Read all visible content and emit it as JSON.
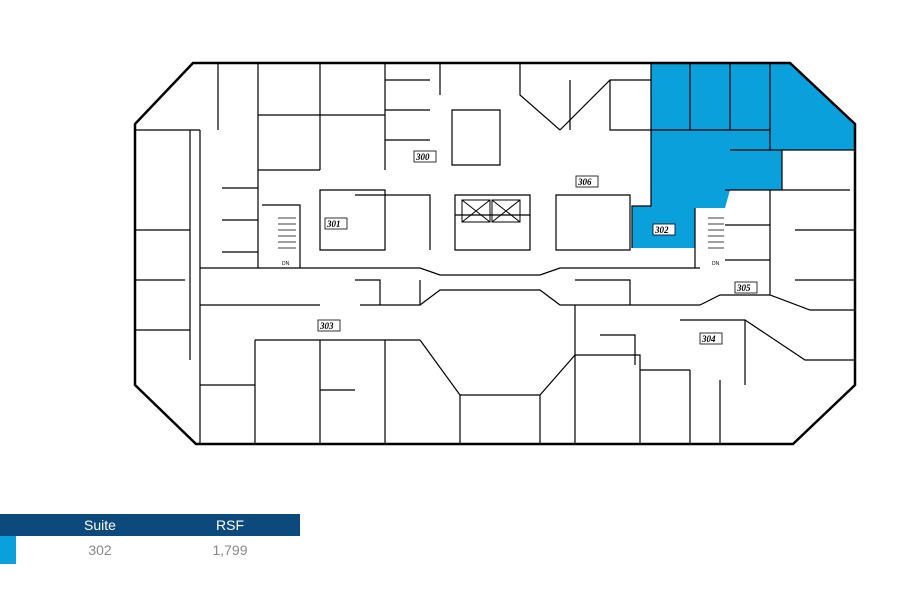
{
  "floorplan": {
    "highlight_color": "#0aa0dc",
    "suite_labels": [
      "300",
      "301",
      "302",
      "303",
      "304",
      "305",
      "306"
    ],
    "stair_label_left": "DN",
    "stair_label_right": "DN",
    "highlighted_suite": "302"
  },
  "table": {
    "header_bg": "#0c4a7e",
    "headers": {
      "suite": "Suite",
      "rsf": "RSF"
    },
    "rows": [
      {
        "suite": "302",
        "rsf": "1,799",
        "swatch": "#0aa0dc"
      }
    ]
  }
}
